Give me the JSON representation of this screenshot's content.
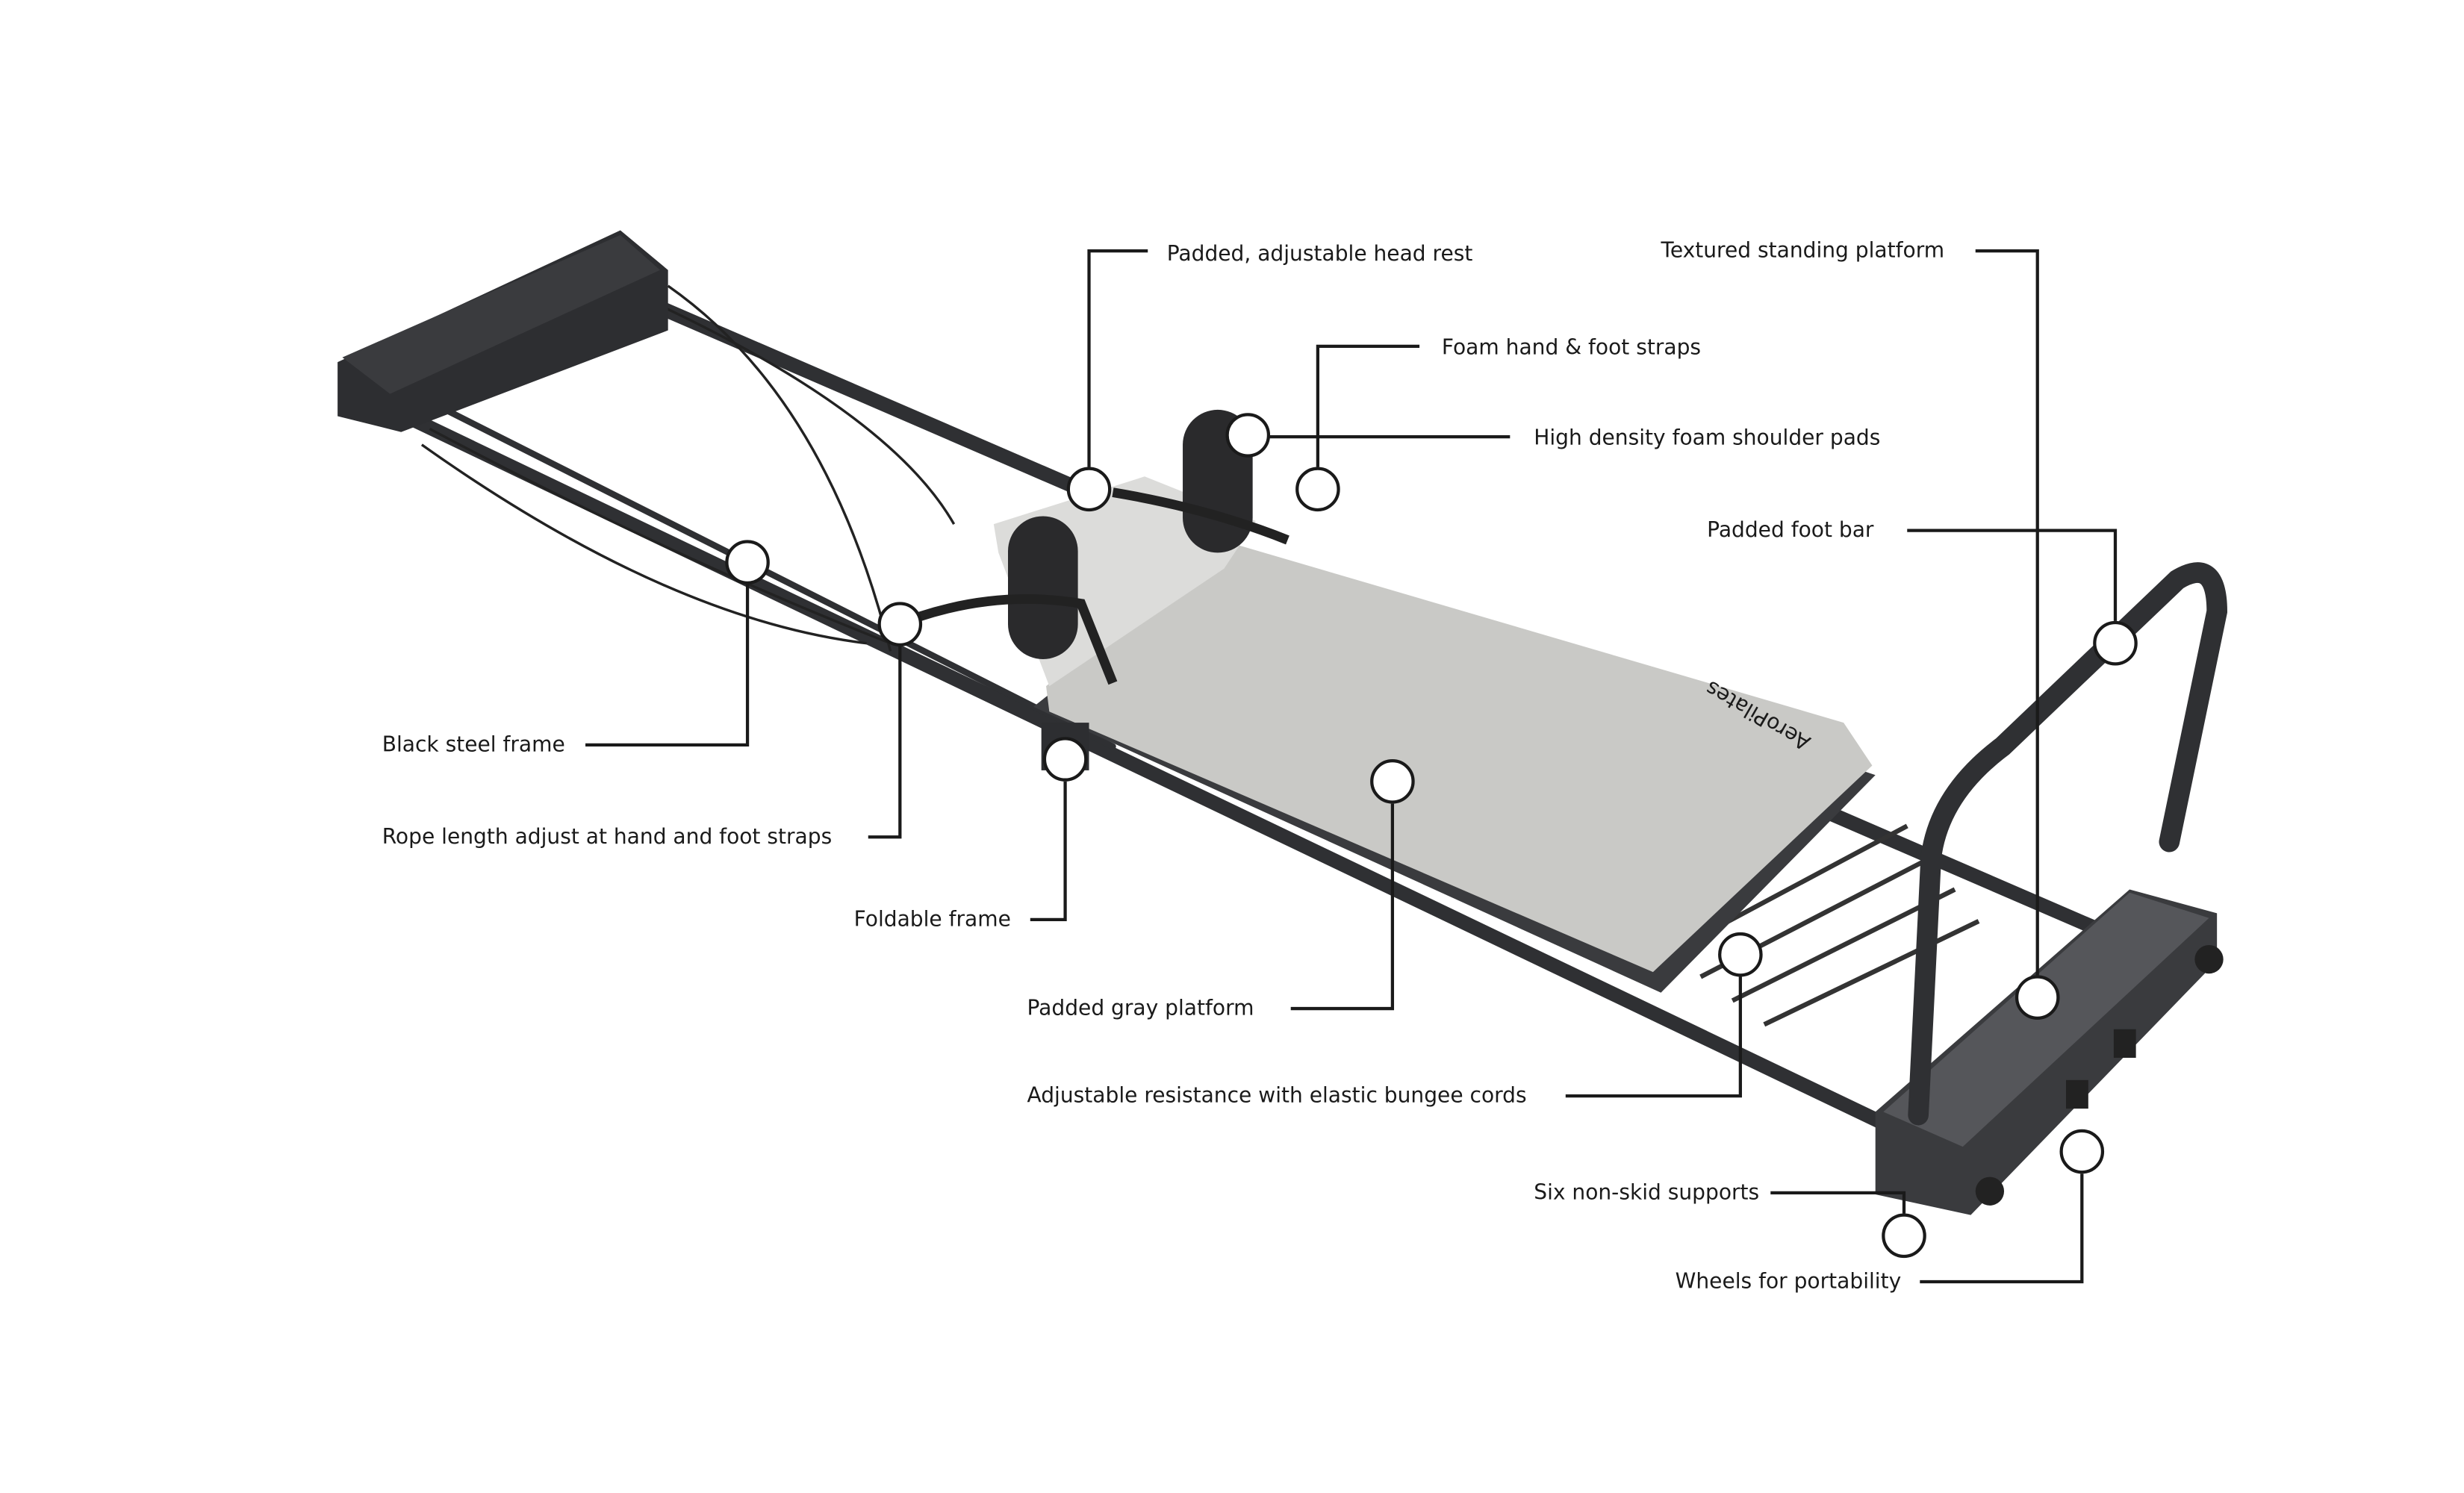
{
  "brand": {
    "pad_logo": "AeroPilates"
  },
  "colors": {
    "frame": "#2f3033",
    "pad": "#c9c9c6",
    "headrest": "#dcdcda",
    "foam": "#2a2a2c",
    "leader": "#1a1a1a"
  },
  "callouts": [
    {
      "id": "head-rest",
      "label": "Padded, adjustable head rest"
    },
    {
      "id": "hand-foot-straps",
      "label": "Foam hand & foot straps"
    },
    {
      "id": "shoulder-pads",
      "label": "High density foam shoulder pads"
    },
    {
      "id": "standing-platform",
      "label": "Textured standing platform"
    },
    {
      "id": "foot-bar",
      "label": "Padded foot bar"
    },
    {
      "id": "steel-frame",
      "label": "Black steel frame"
    },
    {
      "id": "rope-length",
      "label": "Rope length adjust at hand and foot straps"
    },
    {
      "id": "foldable-frame",
      "label": "Foldable frame"
    },
    {
      "id": "gray-platform",
      "label": "Padded gray platform"
    },
    {
      "id": "bungee-cords",
      "label": "Adjustable resistance with elastic bungee cords"
    },
    {
      "id": "non-skid",
      "label": "Six non-skid supports"
    },
    {
      "id": "wheels",
      "label": "Wheels for portability"
    }
  ]
}
